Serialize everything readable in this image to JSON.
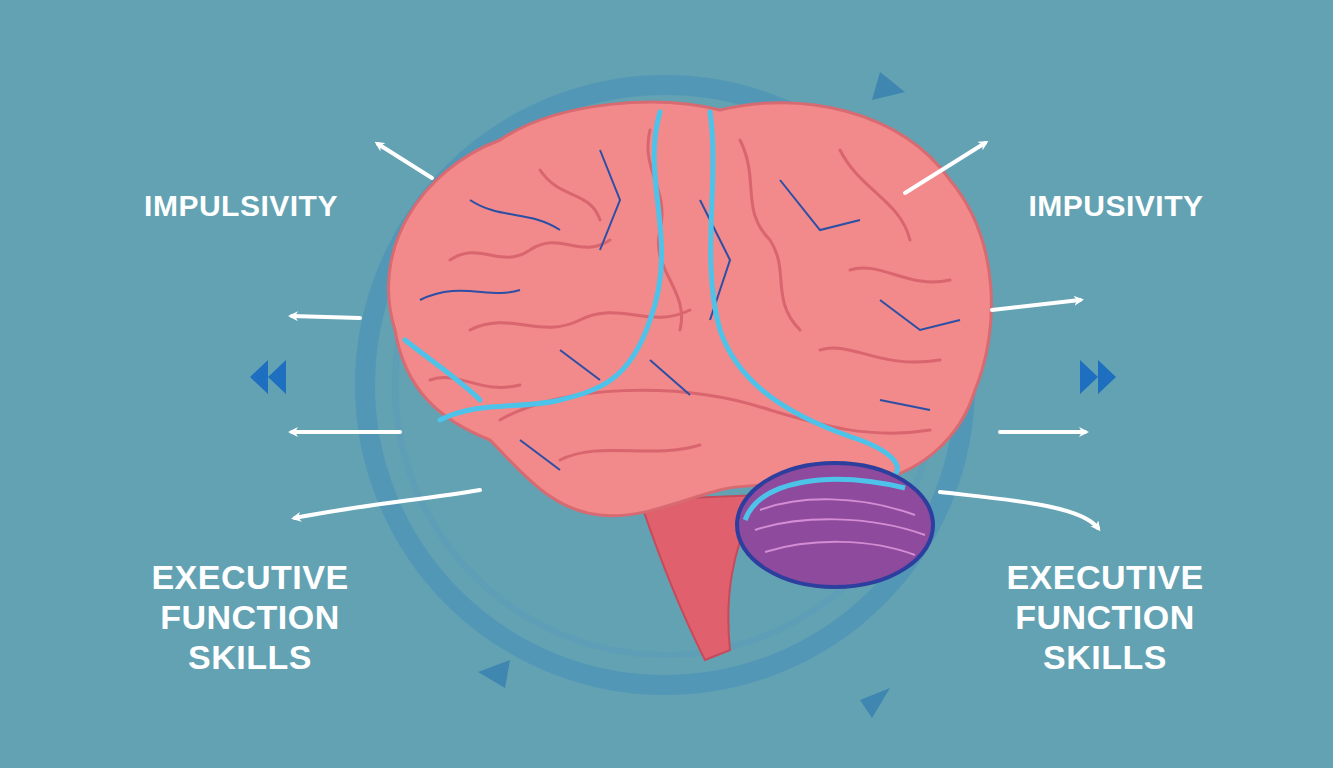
{
  "diagram": {
    "labels": [
      "IMPULSIVITY",
      "IMPUSIVITY",
      "EXECUTIVE FUNCTION SKILLS",
      "EXECUTIVE FUNCTION SKILLS"
    ]
  }
}
